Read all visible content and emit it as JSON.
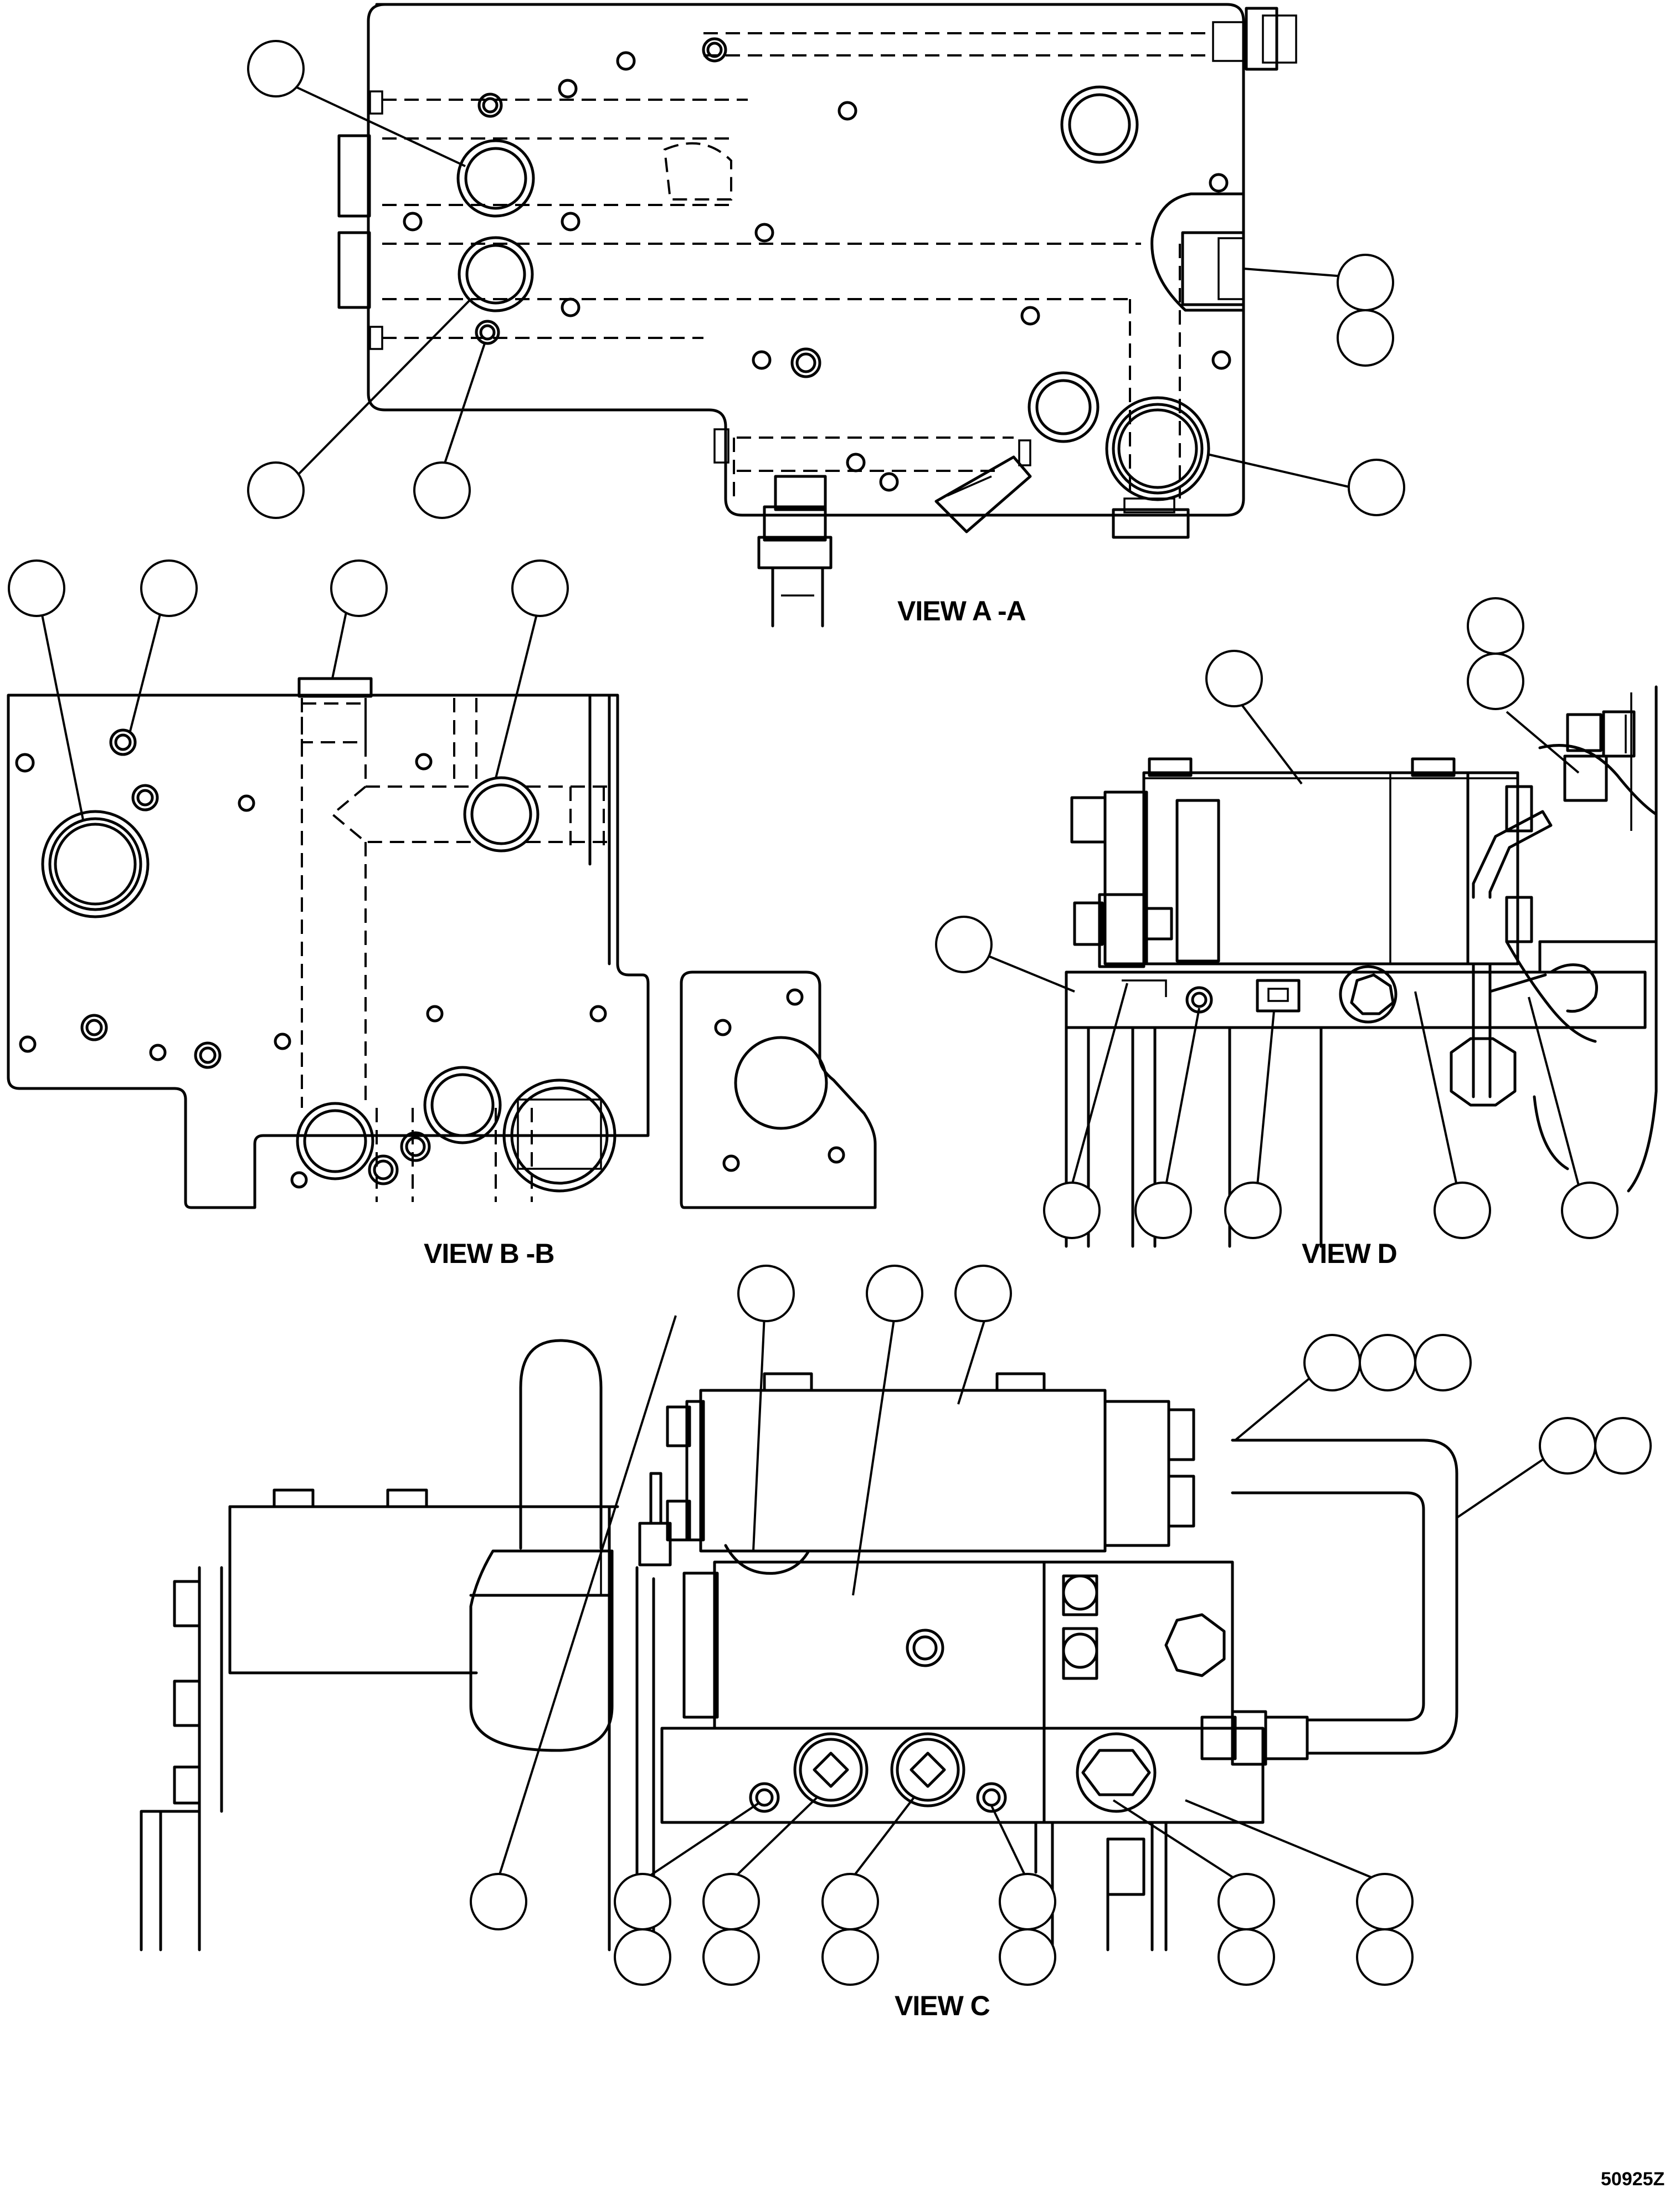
{
  "views": {
    "view_a": {
      "label": "VIEW A -A"
    },
    "view_b": {
      "label": "VIEW B -B"
    },
    "view_c": {
      "label": "VIEW C"
    },
    "view_d": {
      "label": "VIEW D"
    }
  },
  "drawing_code": "50925Z"
}
